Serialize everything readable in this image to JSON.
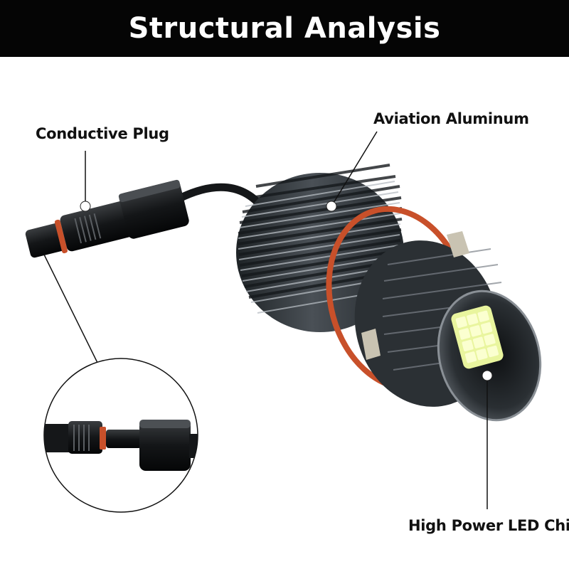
{
  "header": {
    "title": "Structural Analysis"
  },
  "labels": {
    "conductive_plug": "Conductive Plug",
    "aviation_aluminum": "Aviation Aluminum",
    "led_chip": "High Power LED Chip"
  },
  "colors": {
    "header_bg": "#050505",
    "housing": "#2f3438",
    "seal_ring": "#c8502a",
    "led_chip": "#f3ff7a"
  }
}
